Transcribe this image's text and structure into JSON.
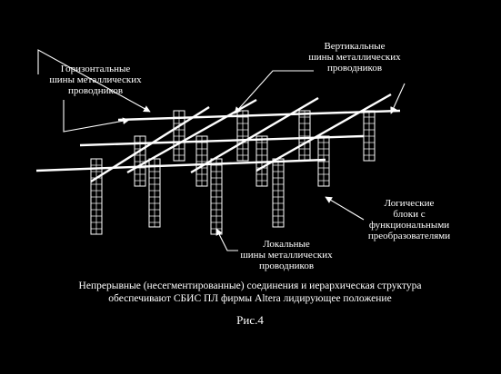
{
  "labels": {
    "horizontal_buses": "Горизонтальные\nшины металлических\nпроводников",
    "vertical_buses": "Вертикальные\nшины металлических\nпроводников",
    "logic_blocks": "Логические\nблоки с\nфункциональными\nпреобразователями",
    "local_buses": "Локальные\nшины металлических\nпроводников"
  },
  "caption": "Непрерывные (несегментированные) соединения и иерархическая структура\nобеспечивают СБИС ПЛ фирмы Altera лидирующее положение",
  "figure_number": "Рис.4",
  "colors": {
    "background": "#000000",
    "foreground": "#ffffff"
  }
}
